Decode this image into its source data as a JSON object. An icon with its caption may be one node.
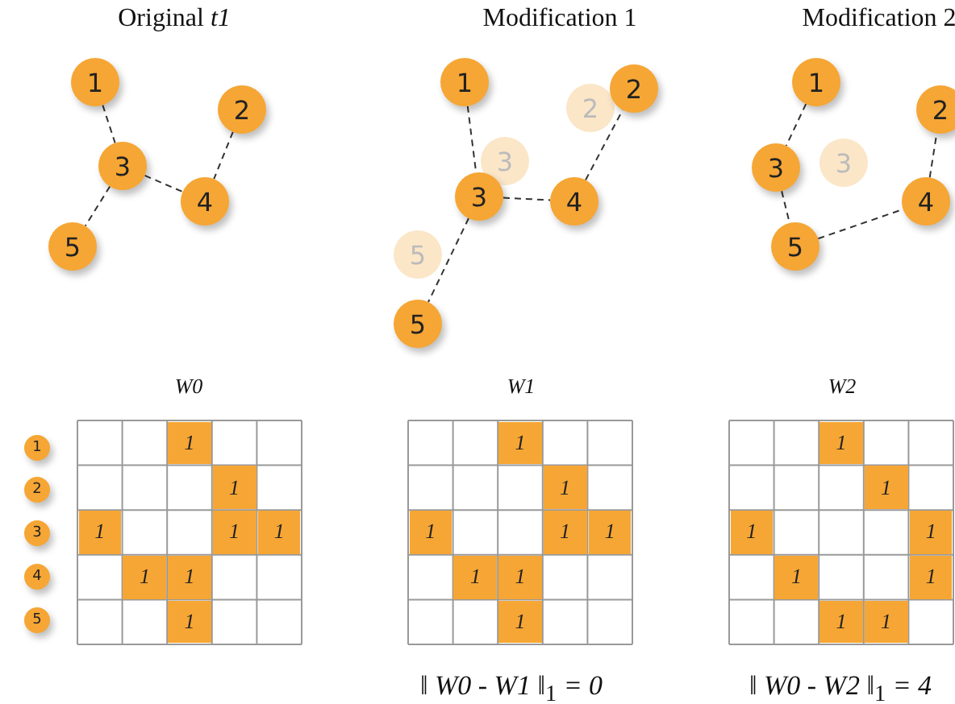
{
  "diagram": {
    "nodes": [
      {
        "text": [
          "1"
        ]
      },
      {
        "text": [
          "2"
        ]
      },
      {
        "text": [
          "3"
        ]
      },
      {
        "text": [
          "4"
        ]
      },
      {
        "text": [
          "5"
        ]
      },
      {
        "text": [
          "1"
        ]
      },
      {
        "text": [
          "2"
        ]
      },
      {
        "text": [
          "2"
        ]
      },
      {
        "text": [
          "3"
        ]
      },
      {
        "text": [
          "3"
        ]
      },
      {
        "text": [
          "4"
        ]
      },
      {
        "text": [
          "5"
        ]
      },
      {
        "text": [
          "5"
        ]
      },
      {
        "text": [
          "1"
        ]
      },
      {
        "text": [
          "2"
        ]
      },
      {
        "text": [
          "3"
        ]
      },
      {
        "text": [
          "3"
        ]
      },
      {
        "text": [
          "4"
        ]
      },
      {
        "text": [
          "5"
        ]
      },
      {
        "text": [
          "1"
        ]
      },
      {
        "text": [
          "2"
        ]
      },
      {
        "text": [
          "3"
        ]
      },
      {
        "text": [
          "4"
        ]
      },
      {
        "text": [
          "5"
        ]
      }
    ],
    "edges": [
      {
        "from": 0,
        "to": 2,
        "arrow": "none",
        "style": "dashed"
      },
      {
        "from": 1,
        "to": 3,
        "arrow": "none",
        "style": "dashed"
      },
      {
        "from": 2,
        "to": 3,
        "arrow": "none",
        "style": "dashed"
      },
      {
        "from": 2,
        "to": 4,
        "arrow": "none",
        "style": "dashed"
      },
      {
        "from": 5,
        "to": 9,
        "arrow": "none",
        "style": "dashed"
      },
      {
        "from": 10,
        "to": 6,
        "arrow": "none",
        "style": "dashed"
      },
      {
        "from": 9,
        "to": 10,
        "arrow": "none",
        "style": "dashed"
      },
      {
        "from": 9,
        "to": 12,
        "arrow": "none",
        "style": "dashed"
      },
      {
        "from": 13,
        "to": 15,
        "arrow": "none",
        "style": "dashed"
      },
      {
        "from": 15,
        "to": 18,
        "arrow": "none",
        "style": "dashed"
      },
      {
        "from": 18,
        "to": 17,
        "arrow": "none",
        "style": "dashed"
      },
      {
        "from": 17,
        "to": 14,
        "arrow": "none",
        "style": "dashed"
      }
    ],
    "labels": [
      "Original *t1*",
      "Modification 1",
      "Modification 2",
      "W0",
      "W1",
      "W2",
      "1",
      "1",
      "1",
      "1",
      "1",
      "1",
      "1",
      "1",
      "1",
      "1",
      "1",
      "1",
      "1",
      "1",
      "1",
      "1",
      "1",
      "1",
      "1",
      "1",
      "1",
      "1",
      "1",
      "1",
      "‖ *W0 - W1* ‖$_{1}$ *= 0*",
      "‖ *W0 - W2* ‖$_{1}$ *= 4*"
    ]
  }
}
